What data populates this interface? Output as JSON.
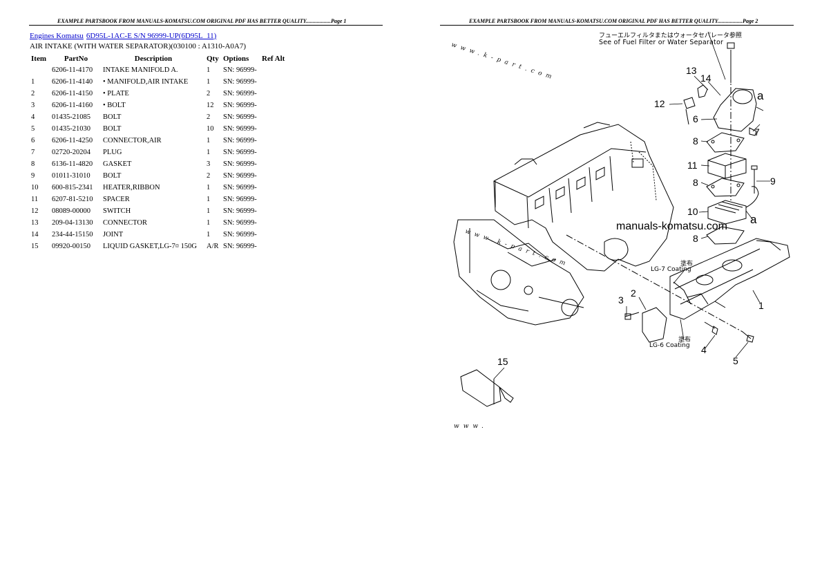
{
  "page1": {
    "header": "EXAMPLE PARTSBOOK FROM MANUALS-KOMATSU.COM ORIGINAL PDF HAS BETTER QUALITY..................Page 1",
    "breadcrumbs": [
      "Engines Komatsu",
      "6D95L-1AC-E S/N 96999-UP(6D95L_11)"
    ],
    "subtitle": "AIR INTAKE (WITH WATER SEPARATOR)(030100 : A1310-A0A7)",
    "columns": [
      "Item",
      "PartNo",
      "Description",
      "Qty",
      "Options",
      "Ref Alt"
    ],
    "rows": [
      {
        "item": "",
        "part": "6206-11-4170",
        "desc": "INTAKE MANIFOLD A.",
        "qty": "1",
        "opt": "SN: 96999-",
        "ref": ""
      },
      {
        "item": "1",
        "part": "6206-11-4140",
        "desc": "• MANIFOLD,AIR INTAKE",
        "qty": "1",
        "opt": "SN: 96999-",
        "ref": ""
      },
      {
        "item": "2",
        "part": "6206-11-4150",
        "desc": "• PLATE",
        "qty": "2",
        "opt": "SN: 96999-",
        "ref": ""
      },
      {
        "item": "3",
        "part": "6206-11-4160",
        "desc": "• BOLT",
        "qty": "12",
        "opt": "SN: 96999-",
        "ref": ""
      },
      {
        "item": "4",
        "part": "01435-21085",
        "desc": "BOLT",
        "qty": "2",
        "opt": "SN: 96999-",
        "ref": ""
      },
      {
        "item": "5",
        "part": "01435-21030",
        "desc": "BOLT",
        "qty": "10",
        "opt": "SN: 96999-",
        "ref": ""
      },
      {
        "item": "6",
        "part": "6206-11-4250",
        "desc": "CONNECTOR,AIR",
        "qty": "1",
        "opt": "SN: 96999-",
        "ref": ""
      },
      {
        "item": "7",
        "part": "02720-20204",
        "desc": "PLUG",
        "qty": "1",
        "opt": "SN: 96999-",
        "ref": ""
      },
      {
        "item": "8",
        "part": "6136-11-4820",
        "desc": "GASKET",
        "qty": "3",
        "opt": "SN: 96999-",
        "ref": ""
      },
      {
        "item": "9",
        "part": "01011-31010",
        "desc": "BOLT",
        "qty": "2",
        "opt": "SN: 96999-",
        "ref": ""
      },
      {
        "item": "10",
        "part": "600-815-2341",
        "desc": "HEATER,RIBBON",
        "qty": "1",
        "opt": "SN: 96999-",
        "ref": ""
      },
      {
        "item": "11",
        "part": "6207-81-5210",
        "desc": "SPACER",
        "qty": "1",
        "opt": "SN: 96999-",
        "ref": ""
      },
      {
        "item": "12",
        "part": "08089-00000",
        "desc": "SWITCH",
        "qty": "1",
        "opt": "SN: 96999-",
        "ref": ""
      },
      {
        "item": "13",
        "part": "209-04-13130",
        "desc": "CONNECTOR",
        "qty": "1",
        "opt": "SN: 96999-",
        "ref": ""
      },
      {
        "item": "14",
        "part": "234-44-15150",
        "desc": "JOINT",
        "qty": "1",
        "opt": "SN: 96999-",
        "ref": ""
      },
      {
        "item": "15",
        "part": "09920-00150",
        "desc": "LIQUID GASKET,LG-7¤ 150G",
        "qty": "A/R",
        "opt": "SN: 96999-",
        "ref": ""
      }
    ]
  },
  "page2": {
    "header": "EXAMPLE PARTSBOOK FROM MANUALS-KOMATSU.COM ORIGINAL PDF HAS BETTER QUALITY..................Page 2",
    "note_jp": "フューエルフィルタまたはウォータセパレータ参照",
    "note_en": "See of Fuel Filter or Water Separator",
    "watermark": "manuals-komatsu.com",
    "url_mark_top": "www.k-part.com",
    "url_mark_mid": "www.k-part.com",
    "url_mark_bottom": "www.",
    "coating_upper_jp": "塗布",
    "coating_upper": "LG-7  Coating",
    "coating_lower_jp": "塗布",
    "coating_lower": "LG-6  Coating",
    "callouts": {
      "c1": "1",
      "c2": "2",
      "c3": "3",
      "c4": "4",
      "c5": "5",
      "c6": "6",
      "c7": "7",
      "c8a": "8",
      "c8b": "8",
      "c8c": "8",
      "c9": "9",
      "c10": "10",
      "c11": "11",
      "c12": "12",
      "c13": "13",
      "c14": "14",
      "c15": "15",
      "ca1": "a",
      "ca2": "a"
    }
  }
}
